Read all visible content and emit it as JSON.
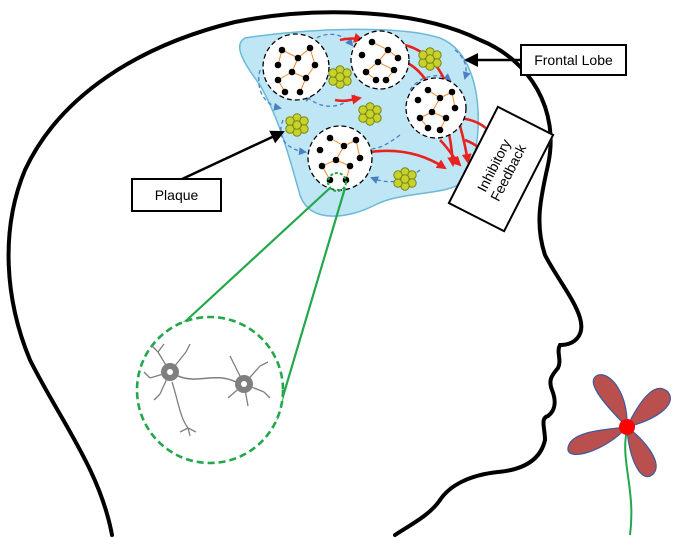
{
  "labels": {
    "frontal_lobe": "Frontal Lobe",
    "plaque": "Plaque",
    "inhibitory_line1": "Inhibitory",
    "inhibitory_line2": "Feedback"
  },
  "colors": {
    "outline": "#000000",
    "lobe_fill": "#bfe6f5",
    "lobe_stroke": "#6bb9d8",
    "connection_arrow": "#e8231f",
    "feedback_arrow": "#4a7fc1",
    "plaque_fill": "#c7d22a",
    "plaque_stroke": "#7a8417",
    "neuron_edge": "#f08a2b",
    "zoom_line": "#22a84a",
    "flower_petal": "#b9504e",
    "flower_center": "#ff0000",
    "stem": "#22a84a",
    "neuron_gray": "#7f7f7f"
  },
  "icons": [
    "head-outline",
    "neural-cluster",
    "plaque-cluster",
    "neuron-pair",
    "flower"
  ]
}
